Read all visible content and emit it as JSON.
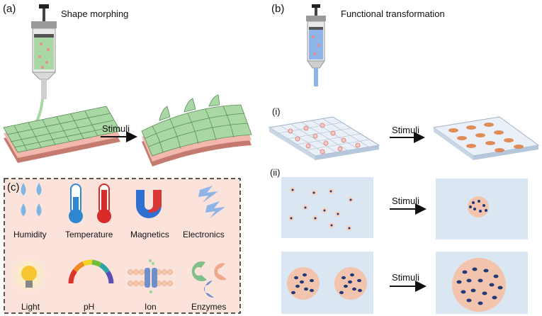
{
  "panel_a": {
    "label": "(a)",
    "title": "Shape morphing",
    "stimuli": "Stimuli"
  },
  "panel_b": {
    "label": "(b)",
    "title": "Functional transformation",
    "sub_i": "(i)",
    "sub_ii": "(ii)",
    "stimuli_i": "Stimuli",
    "stimuli_ii_top": "Stimuli",
    "stimuli_ii_bottom": "Stimuli"
  },
  "panel_c": {
    "label": "(c)",
    "items": [
      "Humidity",
      "Temperature",
      "Magnetics",
      "Electronics",
      "Light",
      "pH",
      "Ion",
      "Enzymes"
    ]
  },
  "colors": {
    "scaffold_green": "#a9d8a4",
    "base_pink": "#f2b8ae",
    "box_fill": "#fbe3dc",
    "cell_orange": "#e07a3c",
    "cell_blue": "#1e3a78",
    "well_blue": "#dbe6f3"
  }
}
